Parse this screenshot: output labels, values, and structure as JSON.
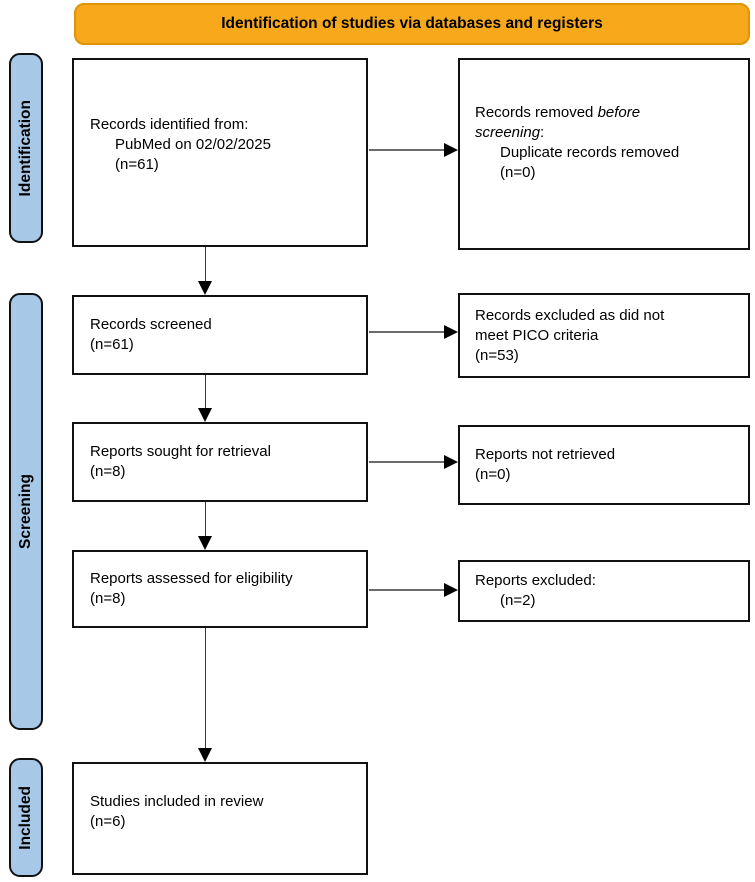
{
  "banner": {
    "title": "Identification of studies via databases and registers"
  },
  "stages": {
    "identification": "Identification",
    "screening": "Screening",
    "included": "Included"
  },
  "boxes": {
    "records_identified": {
      "line1": "Records identified from:",
      "line2": "PubMed on 02/02/2025",
      "line3": "(n=61)"
    },
    "records_removed": {
      "line1_normal": "Records removed ",
      "line1_italic": "before",
      "line2_italic": "screening",
      "line2_normal": ":",
      "line3": "Duplicate records removed",
      "line4": "(n=0)"
    },
    "records_screened": {
      "line1": "Records screened",
      "line2": "(n=61)"
    },
    "records_excluded_pico": {
      "line1": "Records excluded as did not",
      "line2": "meet PICO criteria",
      "line3": "(n=53)"
    },
    "reports_sought": {
      "line1": "Reports sought for retrieval",
      "line2": "(n=8)"
    },
    "reports_not_retrieved": {
      "line1": "Reports not retrieved",
      "line2": "(n=0)"
    },
    "reports_assessed": {
      "line1": "Reports assessed for eligibility",
      "line2": "(n=8)"
    },
    "reports_excluded": {
      "line1": "Reports excluded:",
      "line2": "(n=2)"
    },
    "studies_included": {
      "line1": "Studies included in review",
      "line2": "(n=6)"
    }
  },
  "colors": {
    "banner_bg": "#F8A91B",
    "banner_border": "#DD9405",
    "stage_bg": "#A8C8E8"
  }
}
